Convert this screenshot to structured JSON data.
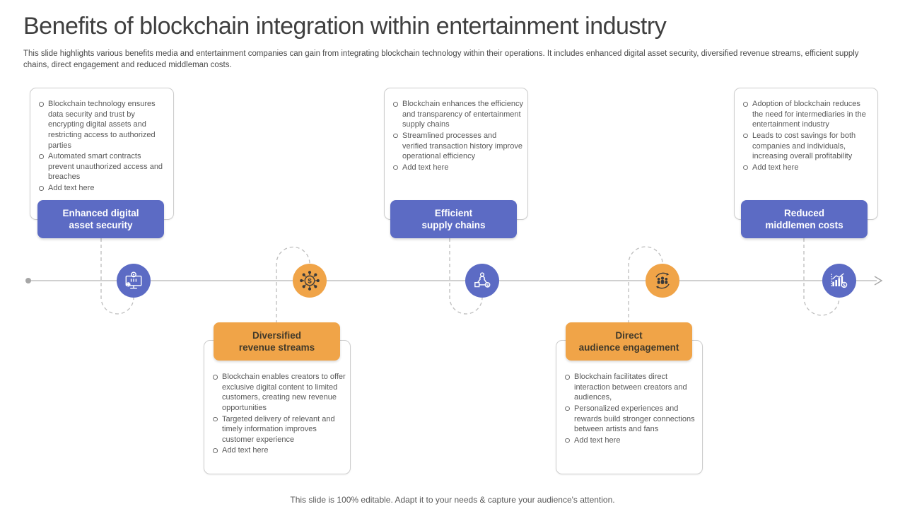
{
  "title": "Benefits of blockchain integration within entertainment industry",
  "subtitle": "This slide highlights various benefits media and entertainment companies can gain from integrating blockchain technology within their operations. It includes enhanced digital asset security, diversified revenue streams, efficient supply chains, direct engagement and reduced middleman costs.",
  "footer": "This slide is 100% editable. Adapt it to your needs & capture your audience's attention.",
  "colors": {
    "accent_blue": "#5C6BC4",
    "accent_orange": "#F0A448",
    "text_dark": "#3f3f3f",
    "text_body": "#595959",
    "line_gray": "#b5b5b5"
  },
  "items": [
    {
      "label": "Enhanced digital asset security",
      "label_lines": [
        "Enhanced digital",
        "asset security"
      ],
      "position": "top",
      "color": "blue",
      "icon": "secure-monitor-icon",
      "bullets": [
        "Blockchain technology ensures data security and trust by encrypting digital assets and restricting access to authorized parties",
        "Automated smart contracts prevent unauthorized access and breaches",
        "Add text here"
      ]
    },
    {
      "label": "Diversified revenue streams",
      "label_lines": [
        "Diversified",
        "revenue streams"
      ],
      "position": "bottom",
      "color": "orange",
      "icon": "money-network-icon",
      "bullets": [
        "Blockchain enables creators to offer exclusive digital content to limited customers, creating new revenue opportunities",
        "Targeted delivery of relevant and timely information improves customer experience",
        "Add text here"
      ]
    },
    {
      "label": "Efficient supply chains",
      "label_lines": [
        "Efficient",
        "supply chains"
      ],
      "position": "top",
      "color": "blue",
      "icon": "supply-chain-network-icon",
      "bullets": [
        "Blockchain enhances the efficiency and transparency of entertainment supply chains",
        "Streamlined processes and verified transaction history improve operational efficiency",
        "Add text here"
      ]
    },
    {
      "label": "Direct audience engagement",
      "label_lines": [
        "Direct",
        "audience engagement"
      ],
      "position": "bottom",
      "color": "orange",
      "icon": "audience-cycle-icon",
      "bullets": [
        "Blockchain facilitates direct interaction between creators and audiences,",
        "Personalized experiences and rewards build stronger connections between artists and fans",
        "Add text here"
      ]
    },
    {
      "label": "Reduced middlemen costs",
      "label_lines": [
        "Reduced",
        "middlemen costs"
      ],
      "position": "top",
      "color": "blue",
      "icon": "growth-chart-dollar-icon",
      "bullets": [
        "Adoption of blockchain reduces the need for intermediaries in the entertainment industry",
        "Leads to cost savings for both companies and individuals, increasing overall profitability",
        "Add text here"
      ]
    }
  ]
}
